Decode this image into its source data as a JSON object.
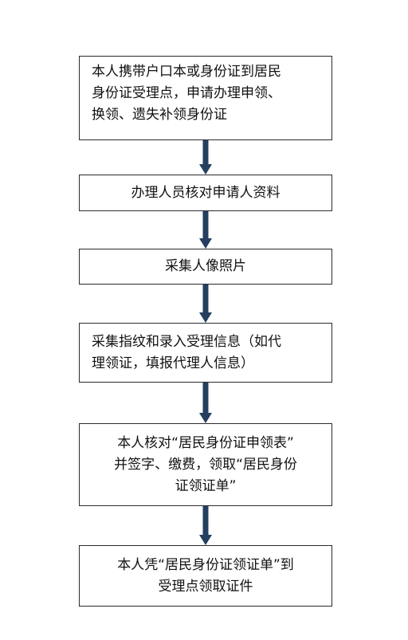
{
  "flowchart": {
    "steps": [
      {
        "text": "本人携带户口本或身份证到居民\n身份证受理点，申请办理申领、\n换领、遗失补领身份证"
      },
      {
        "text": "办理人员核对申请人资料"
      },
      {
        "text": "采集人像照片"
      },
      {
        "text": "采集指纹和录入受理信息（如代\n理领证，填报代理人信息）"
      },
      {
        "text": "本人核对“居民身份证申领表”\n并签字、缴费，领取“居民身份\n证领证单”"
      },
      {
        "text": "本人凭“居民身份证领证单”到\n受理点领取证件"
      }
    ]
  },
  "colors": {
    "arrow": "#243f60",
    "box_border": "#2b2b2b",
    "text": "#111111"
  }
}
